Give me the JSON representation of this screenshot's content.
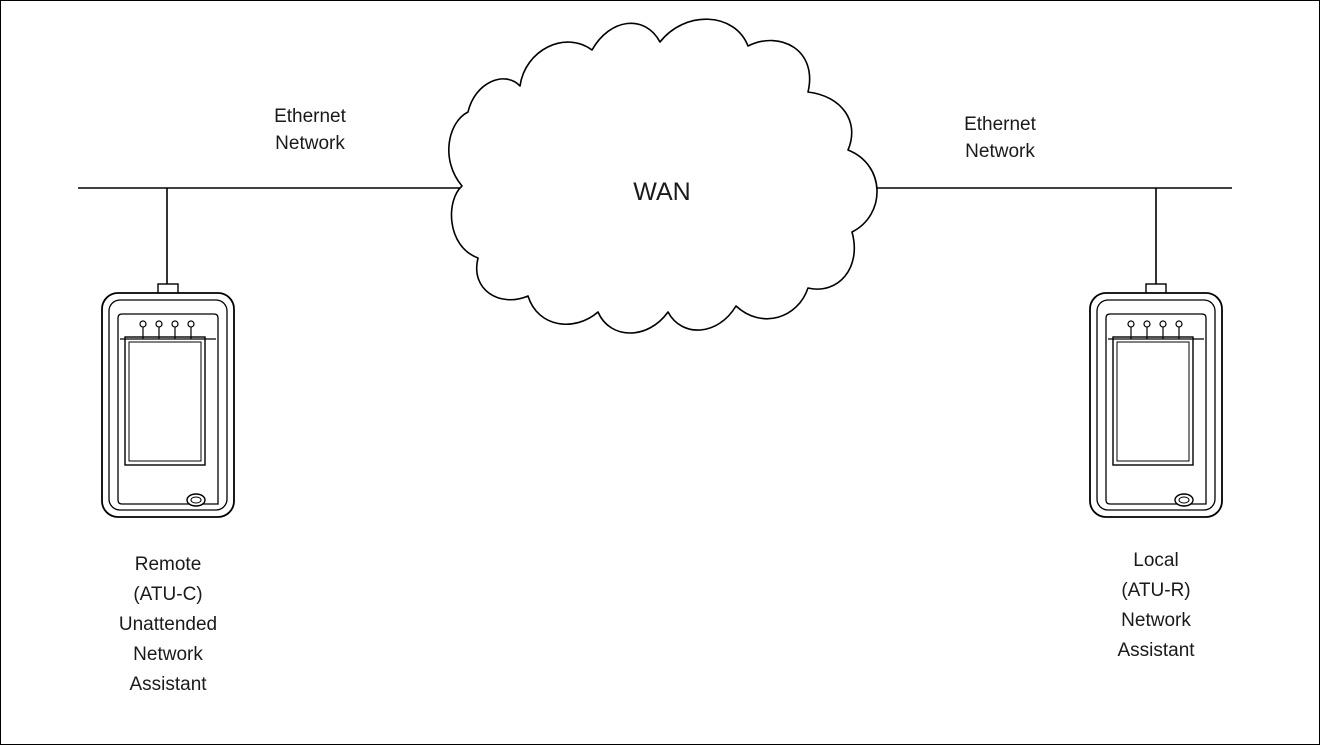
{
  "wan": {
    "label": "WAN"
  },
  "networks": {
    "left": {
      "line1": "Ethernet",
      "line2": "Network"
    },
    "right": {
      "line1": "Ethernet",
      "line2": "Network"
    }
  },
  "devices": {
    "remote": {
      "lines": [
        "Remote",
        "(ATU-C)",
        "Unattended",
        "Network",
        "Assistant"
      ]
    },
    "local": {
      "lines": [
        "Local",
        "(ATU-R)",
        "Network",
        "Assistant"
      ]
    }
  }
}
